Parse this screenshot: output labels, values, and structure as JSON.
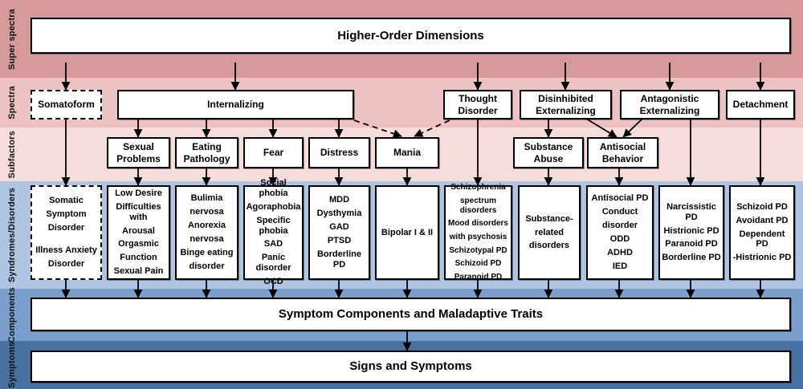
{
  "rails": [
    {
      "key": "super",
      "label": "Super spectra"
    },
    {
      "key": "spectra",
      "label": "Spectra"
    },
    {
      "key": "subf",
      "label": "Subfactors"
    },
    {
      "key": "synd",
      "label": "Syndromes/Disorders"
    },
    {
      "key": "comp",
      "label": "Components"
    },
    {
      "key": "symp",
      "label": "Symptoms"
    }
  ],
  "levels": {
    "super_spectra": {
      "title": "Higher-Order Dimensions"
    },
    "components": {
      "title": "Symptom Components and Maladaptive Traits"
    },
    "symptoms": {
      "title": "Signs and Symptoms"
    }
  },
  "spectra": [
    {
      "id": "somatoform",
      "label": "Somatoform",
      "dashed": true
    },
    {
      "id": "internalizing",
      "label": "Internalizing",
      "dashed": false
    },
    {
      "id": "thought-disorder",
      "lines": [
        "Thought",
        "Disorder"
      ],
      "dashed": false
    },
    {
      "id": "disinhibited-externalizing",
      "lines": [
        "Disinhibited",
        "Externalizing"
      ],
      "dashed": false
    },
    {
      "id": "antagonistic-externalizing",
      "lines": [
        "Antagonistic",
        "Externalizing"
      ],
      "dashed": false
    },
    {
      "id": "detachment",
      "label": "Detachment",
      "dashed": false
    }
  ],
  "subfactors": [
    {
      "id": "sexual-problems",
      "lines": [
        "Sexual",
        "Problems"
      ]
    },
    {
      "id": "eating-pathology",
      "lines": [
        "Eating",
        "Pathology"
      ]
    },
    {
      "id": "fear",
      "lines": [
        "Fear"
      ]
    },
    {
      "id": "distress",
      "lines": [
        "Distress"
      ]
    },
    {
      "id": "mania",
      "lines": [
        "Mania"
      ]
    },
    {
      "id": "substance-abuse",
      "lines": [
        "Substance",
        "Abuse"
      ]
    },
    {
      "id": "antisocial-behavior",
      "lines": [
        "Antisocial",
        "Behavior"
      ]
    }
  ],
  "syndromes": [
    {
      "id": "somatic",
      "dashed": true,
      "lines": [
        "Somatic",
        "Symptom",
        "Disorder",
        "",
        "Illness Anxiety",
        "Disorder"
      ]
    },
    {
      "id": "sexual",
      "dashed": false,
      "lines": [
        "Low Desire",
        "Difficulties with",
        "Arousal",
        "Orgasmic",
        "Function",
        "Sexual Pain"
      ]
    },
    {
      "id": "eating",
      "dashed": false,
      "lines": [
        "Bulimia",
        "nervosa",
        "Anorexia",
        "nervosa",
        "Binge eating",
        "disorder"
      ]
    },
    {
      "id": "fear",
      "dashed": false,
      "lines": [
        "Social phobia",
        "Agoraphobia",
        "Specific phobia",
        "SAD",
        "Panic disorder",
        "OCD"
      ]
    },
    {
      "id": "distress",
      "dashed": false,
      "lines": [
        "MDD",
        "Dysthymia",
        "GAD",
        "PTSD",
        "Borderline PD"
      ]
    },
    {
      "id": "mania",
      "dashed": false,
      "lines": [
        "Bipolar I & II"
      ]
    },
    {
      "id": "thought",
      "dashed": false,
      "small": true,
      "lines": [
        "Schizophrenia",
        "spectrum disorders",
        "Mood  disorders",
        "with psychosis",
        "Schizotypal  PD",
        "Schizoid  PD",
        "Paranoid  PD"
      ]
    },
    {
      "id": "substance",
      "dashed": false,
      "lines": [
        "Substance-",
        "related",
        "disorders"
      ]
    },
    {
      "id": "antisocial",
      "dashed": false,
      "lines": [
        "Antisocial PD",
        "Conduct",
        "disorder",
        "ODD",
        "ADHD",
        "IED"
      ]
    },
    {
      "id": "antagonistic",
      "dashed": false,
      "lines": [
        "Narcissistic PD",
        "Histrionic PD",
        "Paranoid PD",
        "Borderline PD"
      ]
    },
    {
      "id": "detachment",
      "dashed": false,
      "lines": [
        "Schizoid PD",
        "Avoidant PD",
        "Dependent PD",
        "-Histrionic PD"
      ]
    }
  ],
  "colors": {
    "super_spectra_band": "#d79a9a",
    "spectra_band": "#eec2c2",
    "subfactors_band": "#f6dcdb",
    "syndromes_band": "#aec4e0",
    "components_band": "#7b9fcd",
    "symptoms_band": "#47719f",
    "box_border": "#000000",
    "box_fill": "#ffffff"
  }
}
